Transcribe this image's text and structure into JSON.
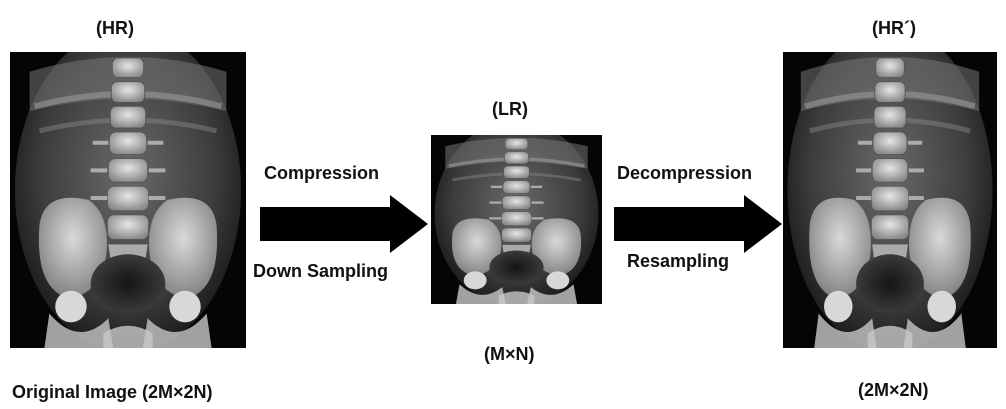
{
  "left": {
    "top_label": "(HR)",
    "caption": "Original Image (2M×2N)"
  },
  "middle": {
    "top_label": "(LR)",
    "caption": "(M×N)"
  },
  "right": {
    "top_label": "(HR´)",
    "caption": "(2M×2N)"
  },
  "arrow_left": {
    "above": "Compression",
    "below": "Down Sampling"
  },
  "arrow_right": {
    "above": "Decompression",
    "below": "Resampling"
  },
  "colors": {
    "arrow": "#000000",
    "text": "#111111",
    "xray_bg": "#000000"
  },
  "images": [
    "abdominal-xray-hr",
    "abdominal-xray-lr",
    "abdominal-xray-hr-prime"
  ]
}
